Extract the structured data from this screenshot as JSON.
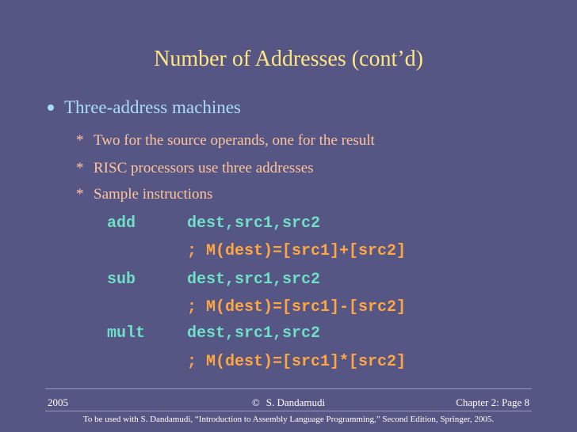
{
  "title": "Number of Addresses (cont’d)",
  "bullet": "Three-address machines",
  "subs": [
    "Two for the source operands, one for the result",
    "RISC processors use three addresses",
    "Sample instructions"
  ],
  "sub_marker": "*",
  "code": [
    {
      "mnemonic": "add",
      "operands": "dest,src1,src2",
      "comment": "; M(dest)=[src1]+[src2]"
    },
    {
      "mnemonic": "sub",
      "operands": "dest,src1,src2",
      "comment": "; M(dest)=[src1]-[src2]"
    },
    {
      "mnemonic": "mult",
      "operands": "dest,src1,src2",
      "comment": "; M(dest)=[src1]*[src2]"
    }
  ],
  "footer": {
    "left": "2005",
    "copyright_symbol": "©",
    "center": "S. Dandamudi",
    "right": "Chapter 2: Page 8",
    "note": "To be used with S. Dandamudi, “Introduction to Assembly Language Programming,” Second Edition, Springer, 2005."
  },
  "colors": {
    "background": "#565684",
    "title": "#FFE680",
    "bullet": "#A9DCF7",
    "sub_bullet": "#FFC49B",
    "code": "#6FE0C6",
    "comment": "#FFA642",
    "footer": "#FFFFFF"
  }
}
